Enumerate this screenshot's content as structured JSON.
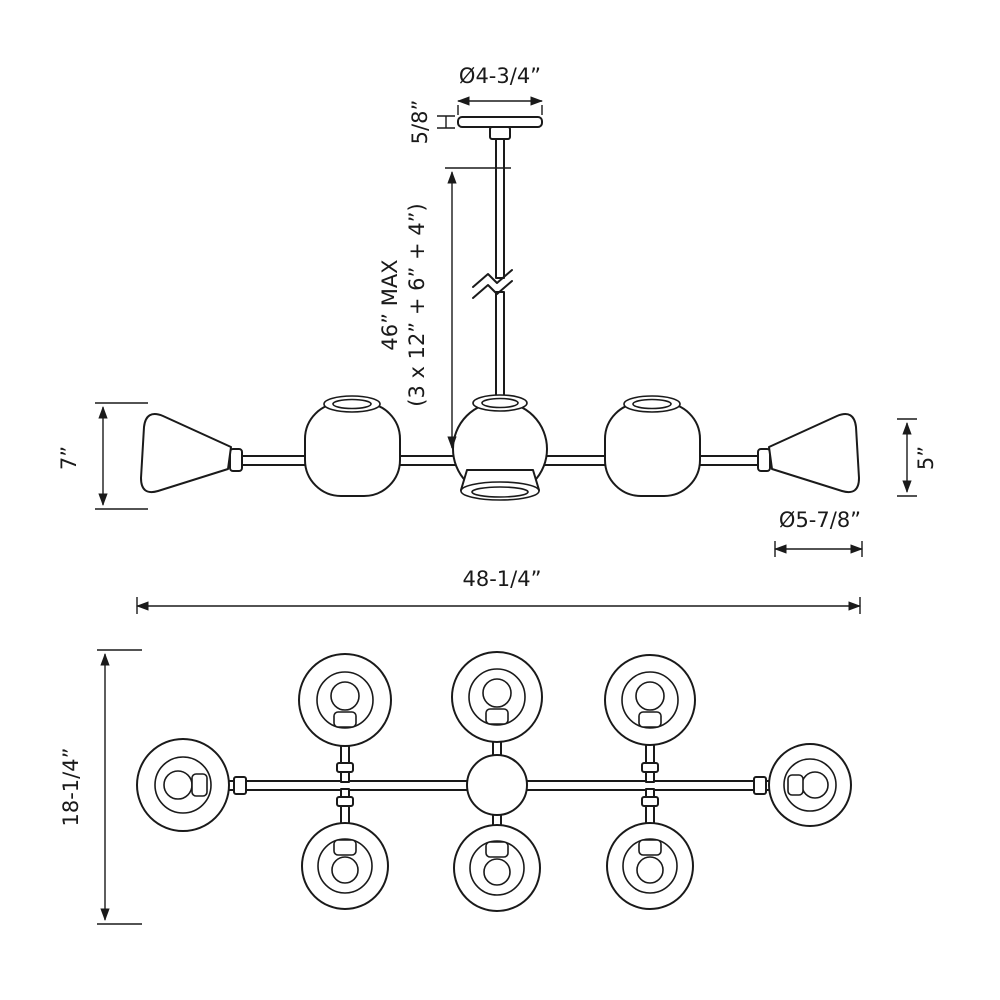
{
  "drawing": {
    "type": "technical-dimension-drawing",
    "subject": "8-light linear chandelier, elevation and plan views",
    "labels": {
      "canopy_diameter": "Ø4-3/4”",
      "canopy_height": "5/8”",
      "rod_length_line1": "46” MAX",
      "rod_length_line2": "(3 x 12” + 6” + 4”)",
      "left_shade_height": "7”",
      "right_shade_height": "5”",
      "shade_diameter": "Ø5-7/8”",
      "overall_width": "48-1/4”",
      "overall_depth": "18-1/4”"
    },
    "colors": {
      "line": "#1a1a1a",
      "background": "#ffffff"
    }
  }
}
